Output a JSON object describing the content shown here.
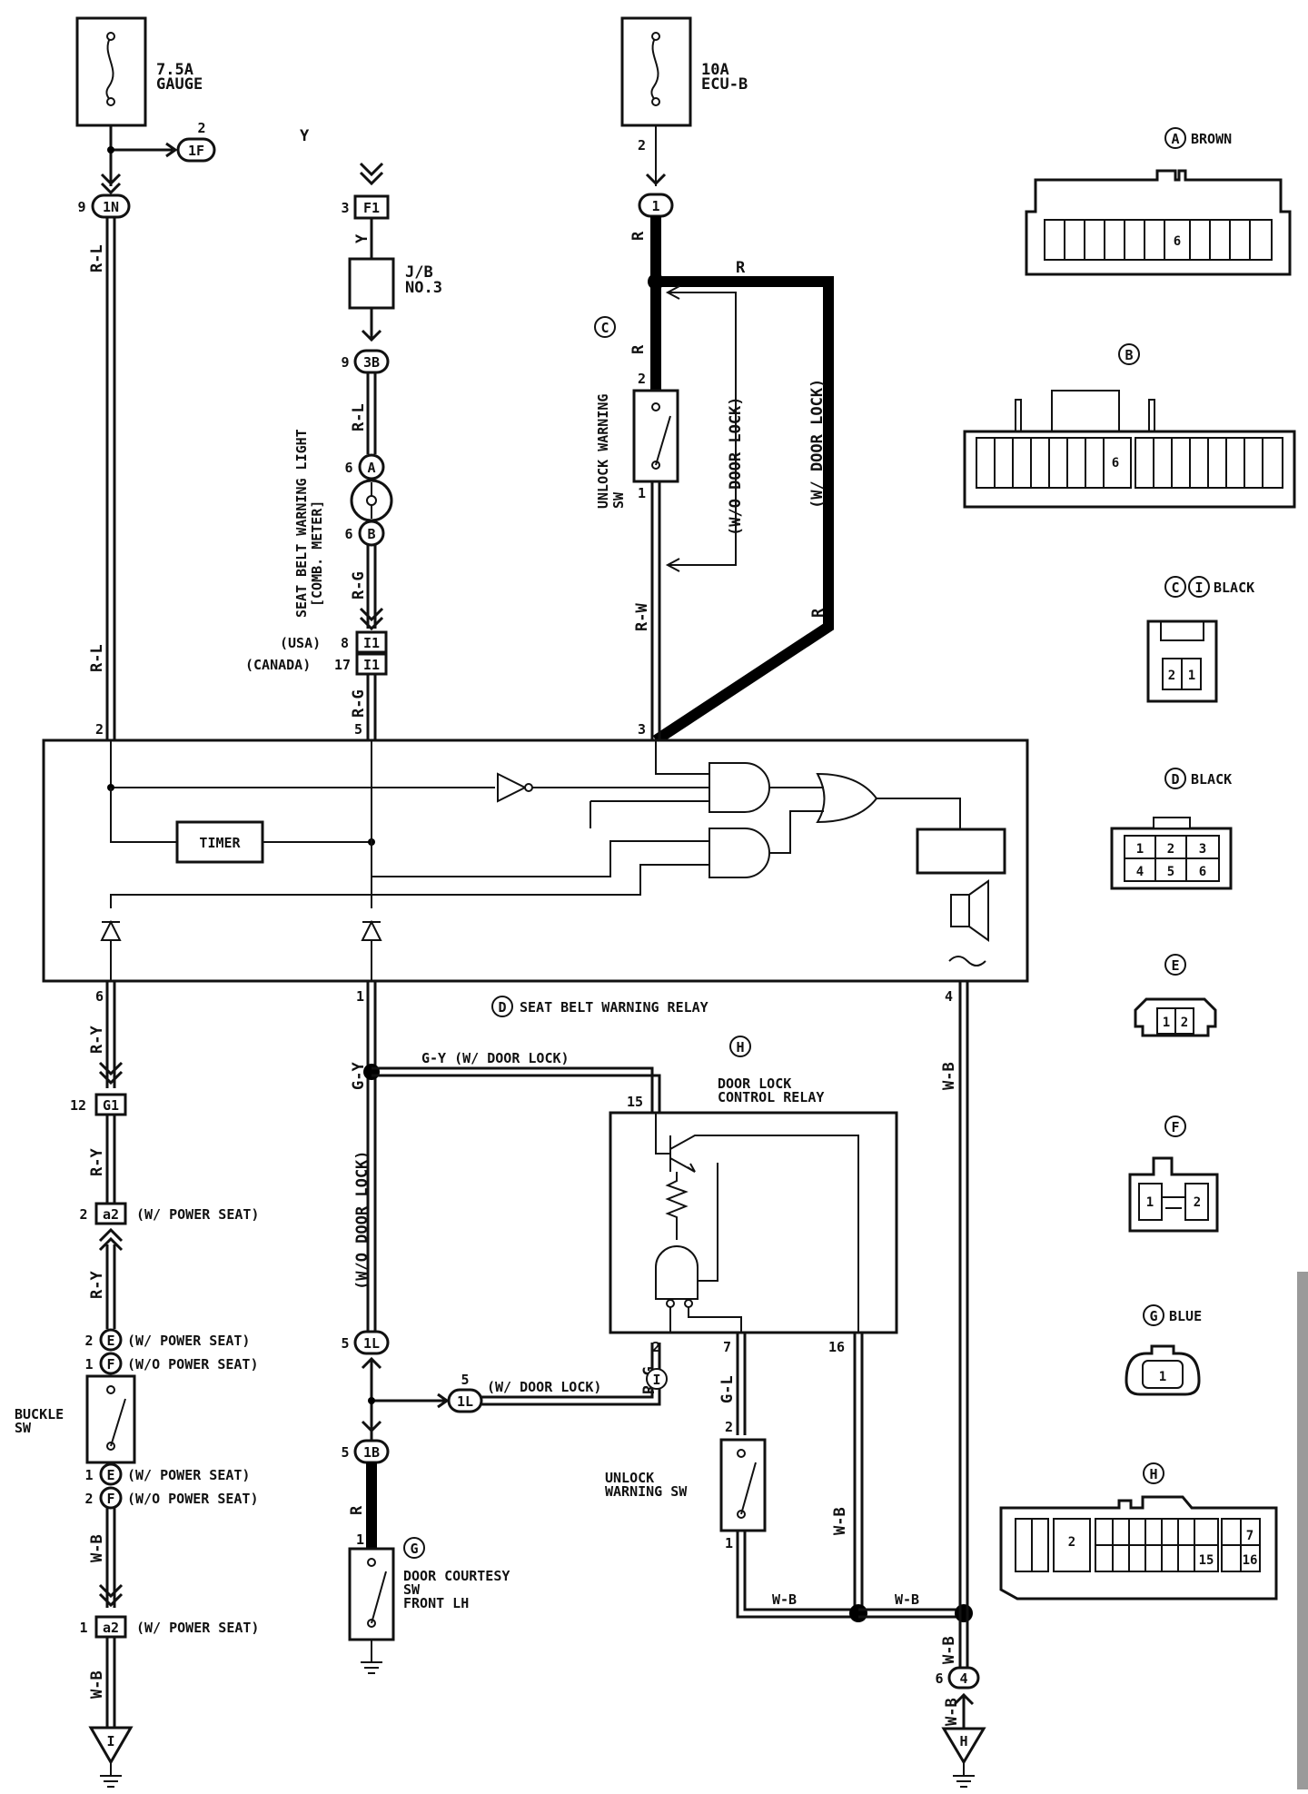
{
  "fuses": {
    "gauge": {
      "rating": "7.5A",
      "name": "GAUGE"
    },
    "ecub": {
      "rating": "10A",
      "name": "ECU-B"
    }
  },
  "connectors_inline": {
    "c1F": {
      "code": "1F",
      "pin": "2"
    },
    "c1N": {
      "code": "1N",
      "pin": "9"
    },
    "cF1": {
      "code": "F1",
      "pin": "3"
    },
    "c3B": {
      "code": "3B",
      "pin": "9"
    },
    "cI1a": {
      "code": "I1",
      "pin": "8",
      "prefix": "(USA)"
    },
    "cI1b": {
      "code": "I1",
      "pin": "17",
      "prefix": "(CANADA)"
    },
    "c1": {
      "code": "1",
      "pin": "2"
    },
    "cG1": {
      "code": "G1",
      "pin": "12"
    },
    "ca2a": {
      "code": "a2",
      "pin": "2",
      "note": "(W/ POWER SEAT)"
    },
    "ca2b": {
      "code": "a2",
      "pin": "1",
      "note": "(W/ POWER SEAT)"
    },
    "c1La": {
      "code": "1L",
      "pin": "5"
    },
    "c1Lb": {
      "code": "1L",
      "pin": "5",
      "note": "(W/ DOOR LOCK)"
    },
    "c1B": {
      "code": "1B",
      "pin": "5"
    },
    "c4": {
      "code": "4",
      "pin": "6"
    }
  },
  "jb": {
    "name": "J/B",
    "number": "NO.3"
  },
  "wires": {
    "y_top": "Y",
    "y_f1": "Y",
    "rl_1": "R-L",
    "rl_2": "R-L",
    "rl_meter": "R-L",
    "rg_1": "R-G",
    "rg_2": "R-G",
    "r_1": "R",
    "r_2": "R",
    "r_3": "R",
    "r_4": "R",
    "rw": "R-W",
    "ry_1": "R-Y",
    "ry_2": "R-Y",
    "ry_3": "R-Y",
    "gy_v": "G-Y",
    "gy_h": "G-Y  (W/ DOOR LOCK)",
    "wo_door_lock_left": "(W/O DOOR LOCK)",
    "wb_1": "W-B",
    "wb_2": "W-B",
    "wb_3": "W-B",
    "wb_4": "W-B",
    "wb_5": "W-B",
    "wb_6": "W-B",
    "wb_7": "W-B",
    "wb_8": "W-B",
    "rg_relay": "R-G",
    "gl": "G-L",
    "r_door": "R",
    "wo_door_lock": "(W/O DOOR LOCK)",
    "w_door_lock": "(W/ DOOR LOCK)"
  },
  "components": {
    "seat_belt_light": {
      "line1": "SEAT BELT WARNING LIGHT",
      "line2": "[COMB. METER]"
    },
    "unlock_warning_sw_top": {
      "line1": "UNLOCK WARNING",
      "line2": "SW",
      "id": "C"
    },
    "timer": "TIMER",
    "seat_belt_relay": {
      "id": "D",
      "label": "SEAT BELT WARNING RELAY"
    },
    "door_lock_relay": {
      "id": "H",
      "line1": "DOOR LOCK",
      "line2": "CONTROL RELAY"
    },
    "buckle_sw": {
      "line1": "BUCKLE",
      "line2": "SW"
    },
    "unlock_warning_sw_bottom": {
      "id": "I",
      "line1": "UNLOCK",
      "line2": "WARNING SW"
    },
    "door_courtesy_sw": {
      "id": "G",
      "line1": "DOOR COURTESY",
      "line2": "SW",
      "line3": "FRONT LH"
    },
    "ground_I": "I",
    "ground_H": "H"
  },
  "pins": {
    "meter_a": "6",
    "meter_a_id": "A",
    "meter_b": "6",
    "meter_b_id": "B",
    "relay_2": "2",
    "relay_5": "5",
    "relay_3": "3",
    "relay_6": "6",
    "relay_1": "1",
    "relay_4": "4",
    "sw_top_2": "2",
    "sw_top_1": "1",
    "dl_15": "15",
    "dl_2": "2",
    "dl_7": "7",
    "dl_16": "16",
    "sw_bot_2": "2",
    "sw_bot_1": "1",
    "door_sw_1": "1",
    "buckle_e_top": "2",
    "buckle_f_top": "1",
    "buckle_e_bot": "1",
    "buckle_f_bot": "2",
    "buckle_e_id": "E",
    "buckle_f_id": "F",
    "buckle_e_top_note": "(W/ POWER SEAT)",
    "buckle_f_top_note": "(W/O POWER SEAT)",
    "buckle_e_bot_note": "(W/ POWER SEAT)",
    "buckle_f_bot_note": "(W/O POWER SEAT)"
  },
  "legend": {
    "A": {
      "id": "A",
      "color": "BROWN",
      "pin": "6"
    },
    "B": {
      "id": "B",
      "color": "",
      "pin": "6"
    },
    "CI": {
      "id1": "C",
      "id2": "I",
      "color": "BLACK",
      "pins": [
        "2",
        "1"
      ]
    },
    "D": {
      "id": "D",
      "color": "BLACK",
      "pins": [
        "1",
        "2",
        "3",
        "4",
        "5",
        "6"
      ]
    },
    "E": {
      "id": "E",
      "color": "",
      "pins": [
        "1",
        "2"
      ]
    },
    "F": {
      "id": "F",
      "color": "",
      "pins": [
        "1",
        "2"
      ]
    },
    "G": {
      "id": "G",
      "color": "BLUE",
      "pins": [
        "1"
      ]
    },
    "H": {
      "id": "H",
      "color": "",
      "pins": [
        "2",
        "7",
        "15",
        "16"
      ]
    }
  }
}
